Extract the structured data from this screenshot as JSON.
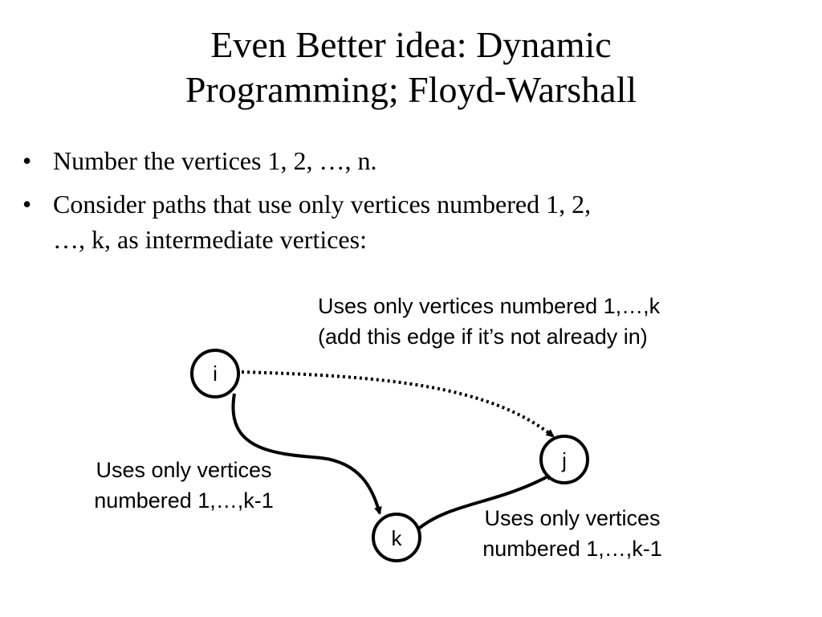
{
  "title": {
    "line1": "Even Better idea: Dynamic",
    "line2": "Programming; Floyd-Warshall"
  },
  "bullets": [
    {
      "marker": "•",
      "lines": [
        "Number the vertices 1, 2, …, n."
      ]
    },
    {
      "marker": "•",
      "lines": [
        "Consider paths that use only vertices numbered 1, 2,",
        "…, k, as intermediate vertices:"
      ]
    }
  ],
  "diagram": {
    "nodes": {
      "i": {
        "label": "i"
      },
      "j": {
        "label": "j"
      },
      "k": {
        "label": "k"
      }
    },
    "edges": [
      {
        "from": "i",
        "to": "j",
        "style": "dotted"
      },
      {
        "from": "i",
        "to": "k",
        "style": "solid"
      },
      {
        "from": "k",
        "to": "j",
        "style": "solid"
      }
    ],
    "annotations": {
      "top": [
        "Uses only vertices numbered 1,…,k",
        "(add this edge if it’s not already in)"
      ],
      "left": [
        "Uses only vertices",
        "numbered 1,…,k-1"
      ],
      "right": [
        "Uses only vertices",
        "numbered 1,…,k-1"
      ]
    }
  }
}
